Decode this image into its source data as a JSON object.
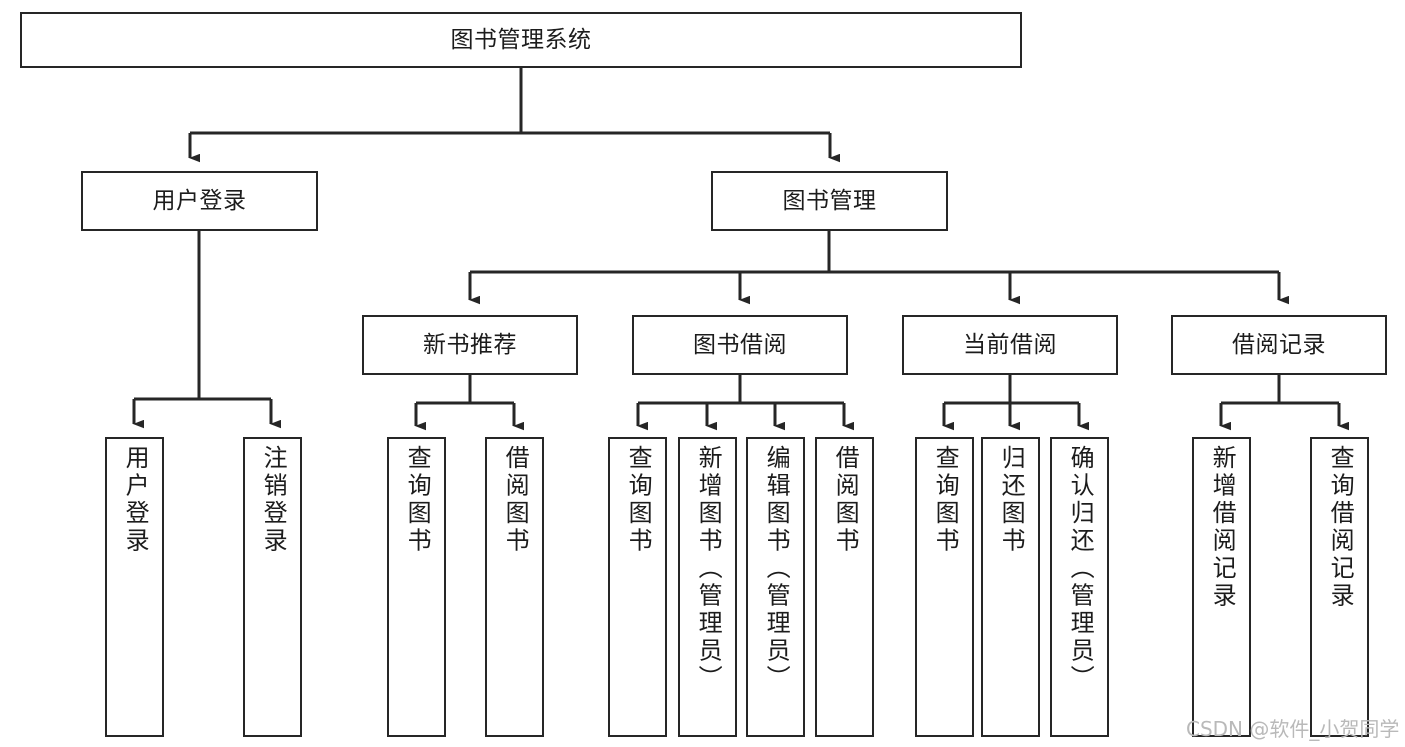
{
  "diagram": {
    "type": "hierarchy-tree",
    "title": "图书管理系统",
    "line_color": "#262626",
    "box_fill": "#ffffff",
    "text_color": "#1c1c1c",
    "watermark": "CSDN @软件_小贺同学"
  },
  "nodes": {
    "root": {
      "label": "图书管理系统"
    },
    "level2": [
      {
        "label": "用户登录"
      },
      {
        "label": "图书管理"
      }
    ],
    "level3": [
      {
        "label": "新书推荐"
      },
      {
        "label": "图书借阅"
      },
      {
        "label": "当前借阅"
      },
      {
        "label": "借阅记录"
      }
    ],
    "leaves": {
      "user_login": [
        {
          "label": "用户登录"
        },
        {
          "label": "注销登录"
        }
      ],
      "new_book_rec": [
        {
          "label": "查询图书"
        },
        {
          "label": "借阅图书"
        }
      ],
      "book_borrow": [
        {
          "label": "查询图书"
        },
        {
          "label": "新增图书（管理员）"
        },
        {
          "label": "编辑图书（管理员）"
        },
        {
          "label": "借阅图书"
        }
      ],
      "current_borrow": [
        {
          "label": "查询图书"
        },
        {
          "label": "归还图书"
        },
        {
          "label": "确认归还（管理员）"
        }
      ],
      "borrow_record": [
        {
          "label": "新增借阅记录"
        },
        {
          "label": "查询借阅记录"
        }
      ]
    }
  }
}
